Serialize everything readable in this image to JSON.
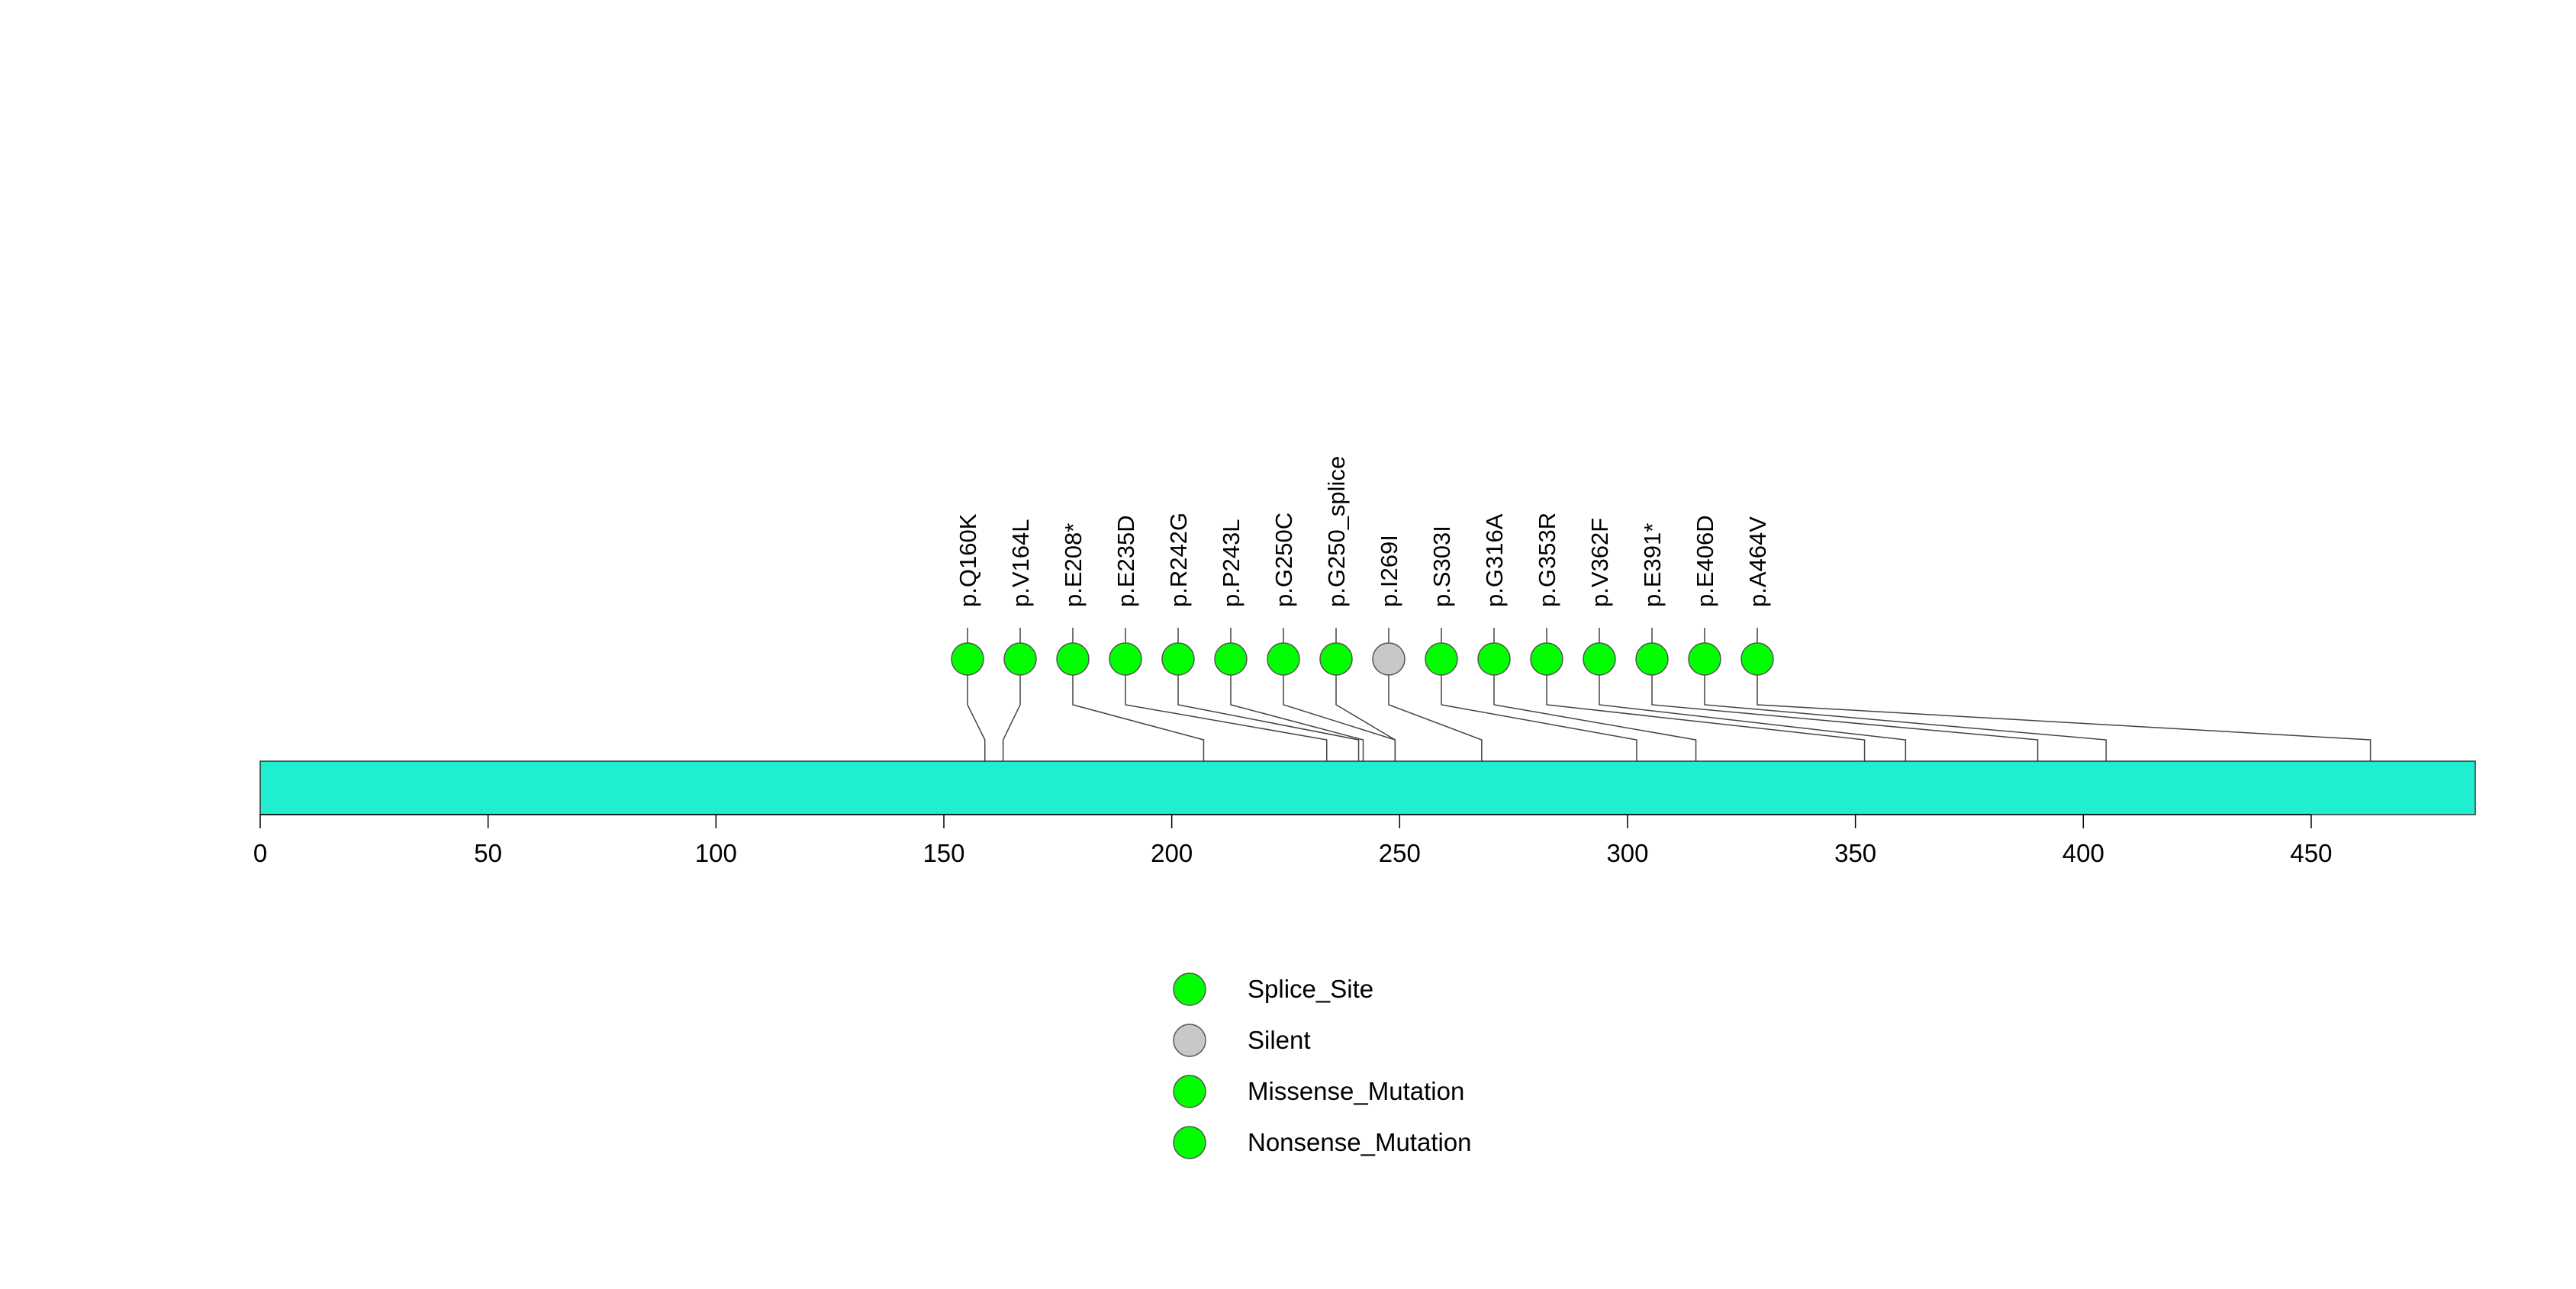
{
  "chart_data": {
    "type": "lollipop",
    "protein_length": 486,
    "xlim": [
      0,
      486
    ],
    "ticks": [
      0,
      50,
      100,
      150,
      200,
      250,
      300,
      350,
      400,
      450
    ],
    "bar_color": "#20eed0",
    "mutations": [
      {
        "label": "p.Q160K",
        "position": 159,
        "type": "Missense_Mutation"
      },
      {
        "label": "p.V164L",
        "position": 163,
        "type": "Missense_Mutation"
      },
      {
        "label": "p.E208*",
        "position": 207,
        "type": "Nonsense_Mutation"
      },
      {
        "label": "p.E235D",
        "position": 234,
        "type": "Missense_Mutation"
      },
      {
        "label": "p.R242G",
        "position": 241,
        "type": "Missense_Mutation"
      },
      {
        "label": "p.P243L",
        "position": 242,
        "type": "Missense_Mutation"
      },
      {
        "label": "p.G250C",
        "position": 249,
        "type": "Missense_Mutation"
      },
      {
        "label": "p.G250_splice",
        "position": 249,
        "type": "Splice_Site"
      },
      {
        "label": "p.I269I",
        "position": 268,
        "type": "Silent"
      },
      {
        "label": "p.S303I",
        "position": 302,
        "type": "Missense_Mutation"
      },
      {
        "label": "p.G316A",
        "position": 315,
        "type": "Missense_Mutation"
      },
      {
        "label": "p.G353R",
        "position": 352,
        "type": "Missense_Mutation"
      },
      {
        "label": "p.V362F",
        "position": 361,
        "type": "Missense_Mutation"
      },
      {
        "label": "p.E391*",
        "position": 390,
        "type": "Nonsense_Mutation"
      },
      {
        "label": "p.E406D",
        "position": 405,
        "type": "Missense_Mutation"
      },
      {
        "label": "p.A464V",
        "position": 463,
        "type": "Missense_Mutation"
      }
    ],
    "legend": [
      {
        "label": "Splice_Site",
        "color": "#00ff00"
      },
      {
        "label": "Silent",
        "color": "#c8c8c8"
      },
      {
        "label": "Missense_Mutation",
        "color": "#00ff00"
      },
      {
        "label": "Nonsense_Mutation",
        "color": "#00ff00"
      }
    ],
    "type_colors": {
      "Splice_Site": "#00ff00",
      "Silent": "#c8c8c8",
      "Missense_Mutation": "#00ff00",
      "Nonsense_Mutation": "#00ff00"
    }
  }
}
